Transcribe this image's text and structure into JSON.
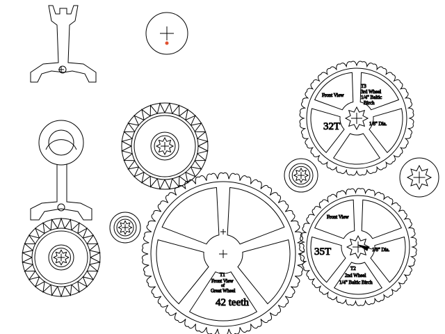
{
  "drawing": {
    "wheel_t3": {
      "view": "Front View",
      "id": "T3",
      "name": "3rd Wheel",
      "material_1": "1/4\" Baltic",
      "material_2": "Birch",
      "teeth_label": "32T",
      "pinion_dia": "1/8\" Dia.",
      "teeth": 32
    },
    "wheel_t2": {
      "view": "Front View",
      "id": "T2",
      "name": "2nd Wheel",
      "material": "1/4\" Baltic Birch",
      "teeth_label": "35T",
      "pinion_dia": "1/8\" Dia.",
      "teeth": 35
    },
    "wheel_t1": {
      "id": "T1",
      "view_1": "Front View",
      "view_2": "of",
      "name": "Great Wheel",
      "teeth_label": "42 teeth",
      "teeth": 42
    },
    "colors": {
      "line": "#000000",
      "marker": "#e05030"
    }
  }
}
